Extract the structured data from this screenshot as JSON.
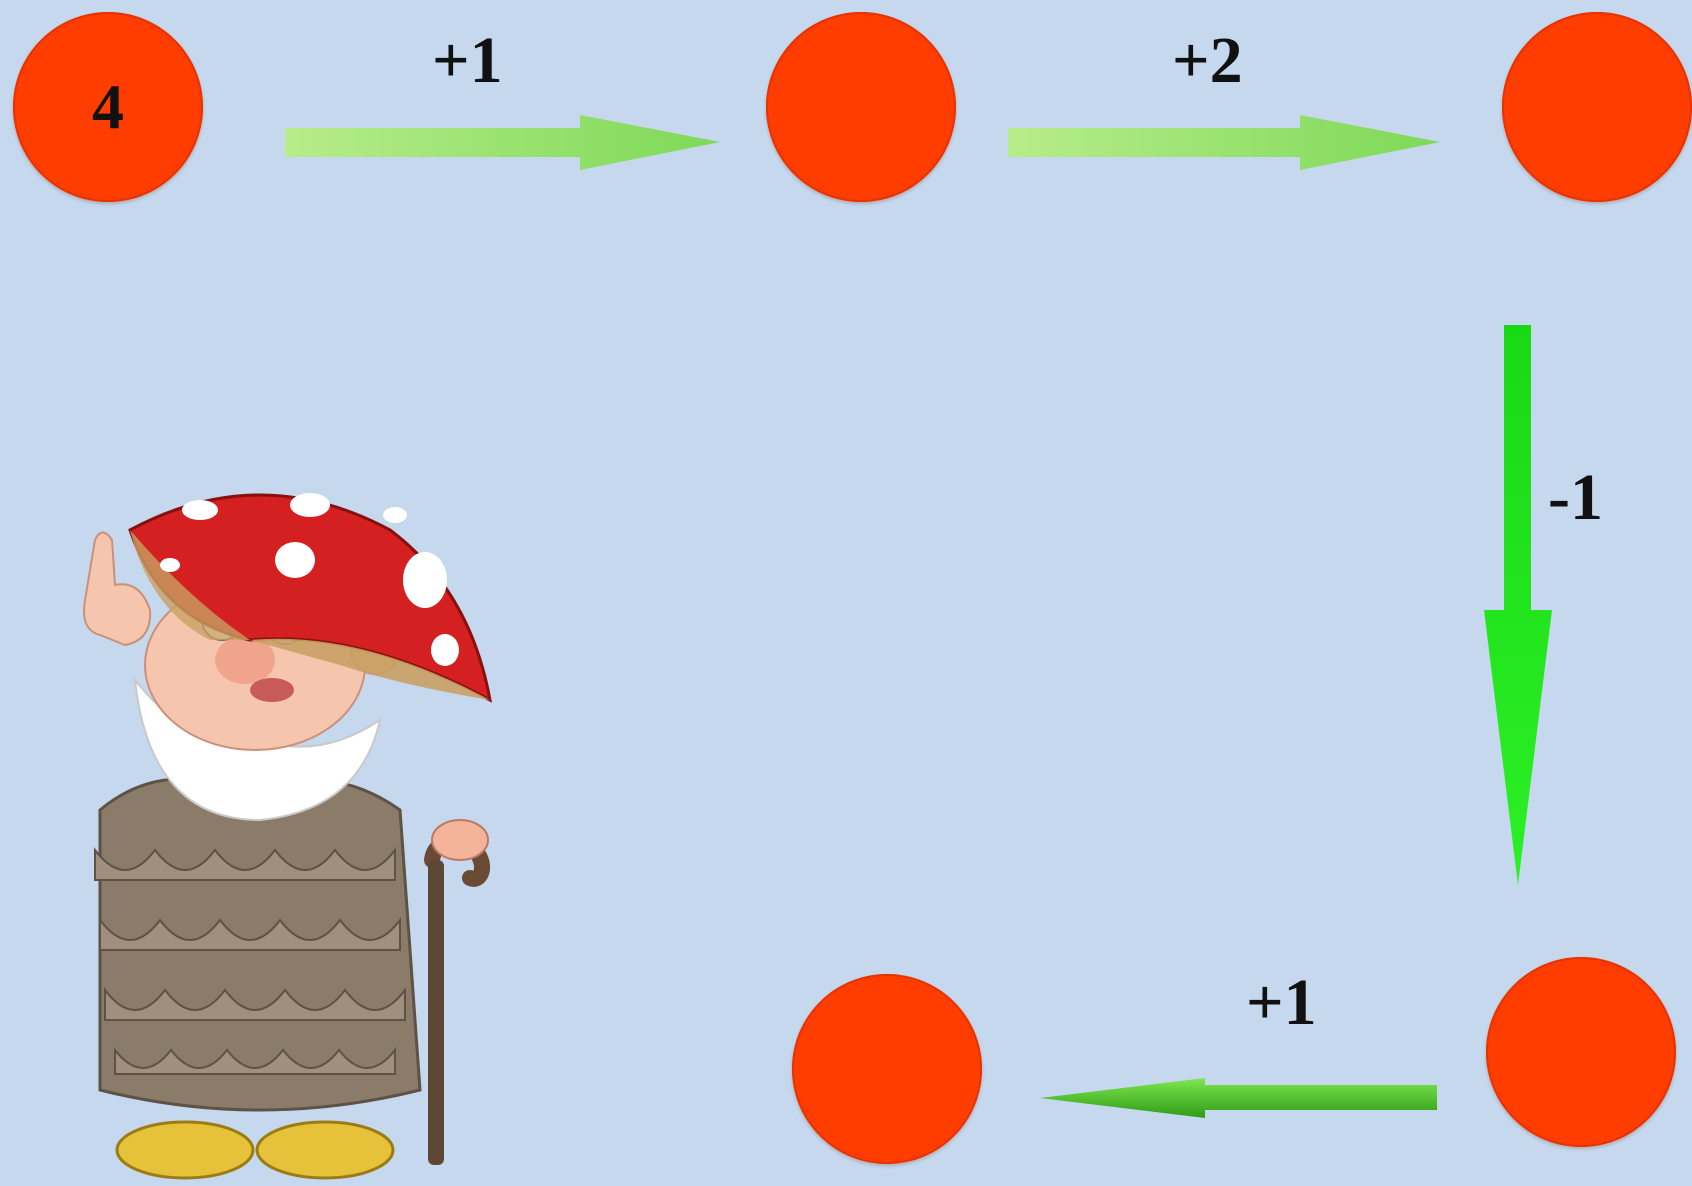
{
  "nodes": [
    {
      "id": "n1",
      "value": "4"
    },
    {
      "id": "n2",
      "value": ""
    },
    {
      "id": "n3",
      "value": ""
    },
    {
      "id": "n4",
      "value": ""
    },
    {
      "id": "n5",
      "value": ""
    }
  ],
  "operations": [
    {
      "from": "n1",
      "to": "n2",
      "label": "+1",
      "direction": "right"
    },
    {
      "from": "n2",
      "to": "n3",
      "label": "+2",
      "direction": "right"
    },
    {
      "from": "n3",
      "to": "n4",
      "label": "-1",
      "direction": "down"
    },
    {
      "from": "n4",
      "to": "n5",
      "label": "+1",
      "direction": "left"
    }
  ],
  "colors": {
    "background": "#c5d8ee",
    "node": "#ff3d00",
    "arrow_light": "#8fe05a",
    "arrow_bright": "#22e81c",
    "arrow_dark": "#3aa81c"
  },
  "illustration": {
    "name": "mushroom-gnome-with-cane"
  }
}
